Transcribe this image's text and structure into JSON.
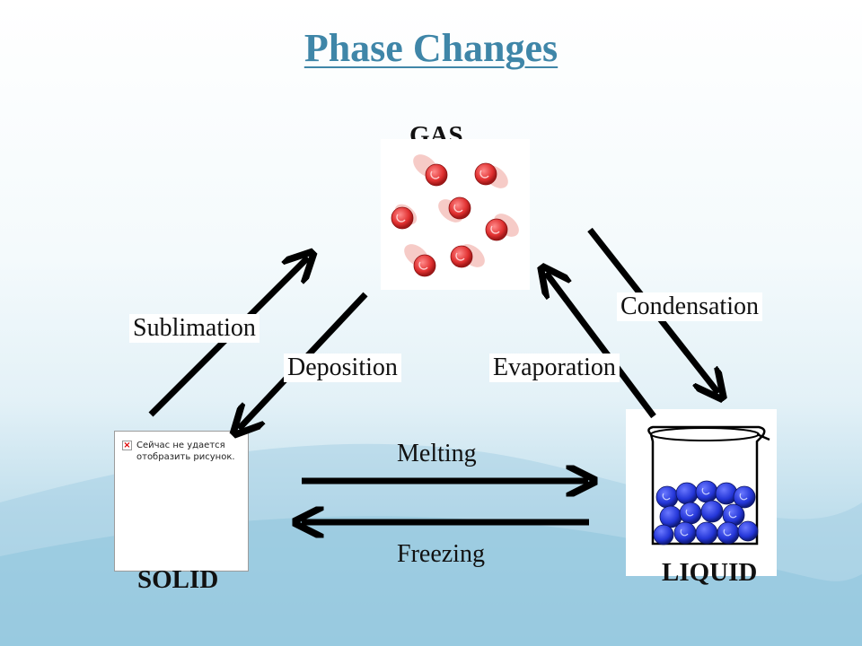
{
  "title": "Phase Changes",
  "states": {
    "gas": "GAS",
    "solid": "SOLID",
    "liquid": "LIQUID"
  },
  "processes": {
    "sublimation": "Sublimation",
    "deposition": "Deposition",
    "evaporation": "Evaporation",
    "condensation": "Condensation",
    "melting": "Melting",
    "freezing": "Freezing"
  },
  "solid_image_error": "Сейчас не удается отобразить рисунок.",
  "colors": {
    "title": "#3f86a8",
    "gas_particle": "#e03030",
    "liquid_particle": "#2436d8",
    "arrow": "#000000"
  }
}
